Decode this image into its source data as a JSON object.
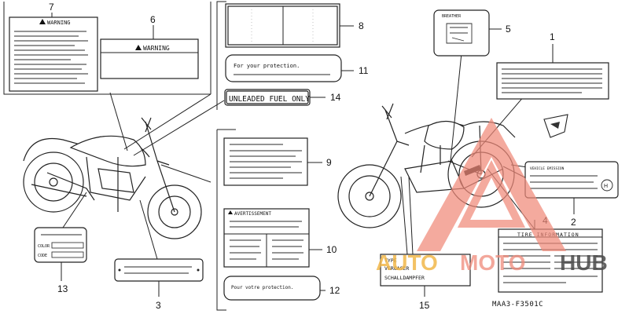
{
  "callouts": [
    "1",
    "2",
    "3",
    "4",
    "5",
    "6",
    "7",
    "8",
    "9",
    "10",
    "11",
    "12",
    "13",
    "14",
    "15"
  ],
  "labels": {
    "warning_big": "WARNING",
    "warning_small": "WARNING",
    "protection_en": "For your protection.",
    "unleaded": "UNLEADED FUEL ONLY",
    "avertissement": "AVERTISSEMENT",
    "protection_fr": "Pour votre protection.",
    "color": "COLOR",
    "code": "CODE",
    "breather": "BREATHER",
    "vehicle_emission": "VEHICLE EMISSION",
    "tire_information": "TIRE INFORMATION",
    "type": "TYPE",
    "vergaser": "VERGASER",
    "schalldampfer": "SCHALLDAMPFER"
  },
  "part_code": "MAA3-F3501C",
  "watermark": {
    "text_auto": "AUTO",
    "text_moto": "MOTO",
    "text_hub": "HUB",
    "color_auto": "#f2b84b",
    "color_moto": "#f08a7a",
    "color_hub": "#4a4a4a"
  }
}
